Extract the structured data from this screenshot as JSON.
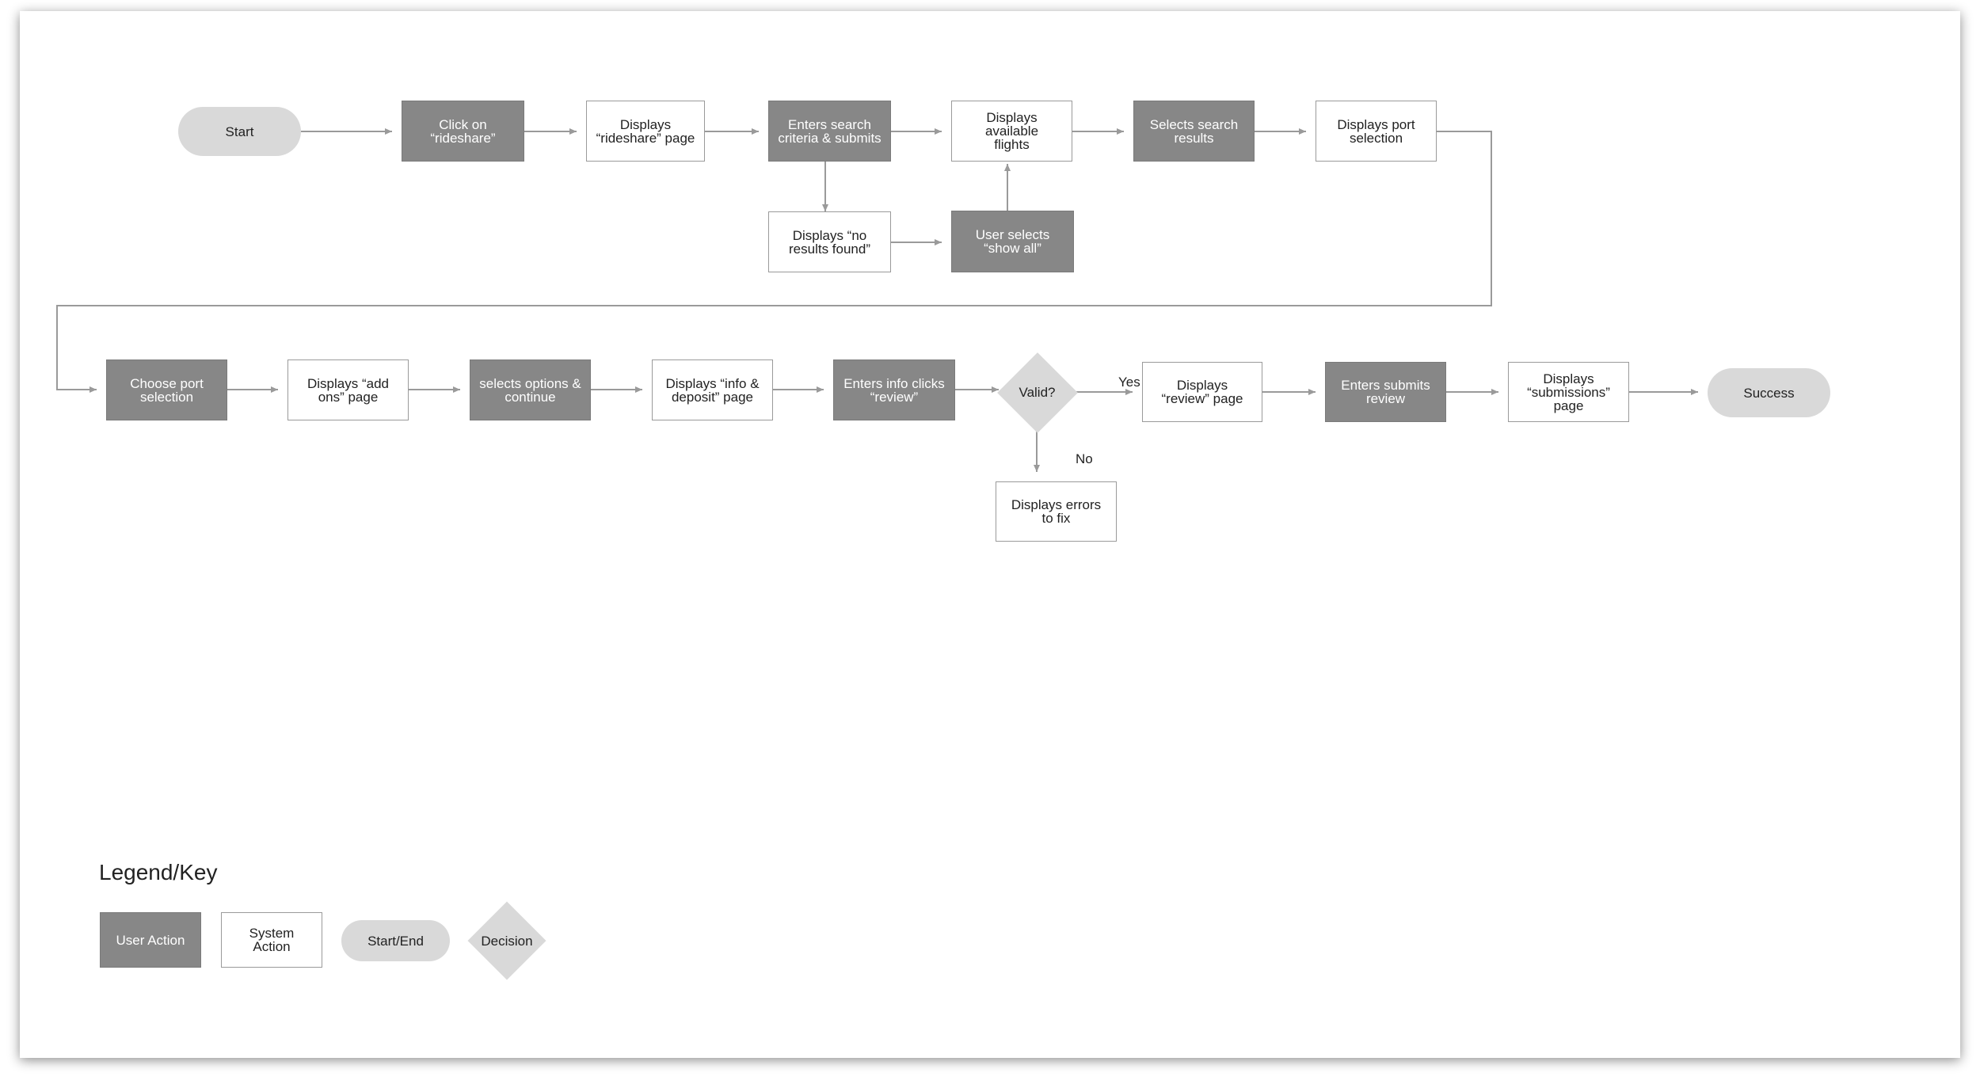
{
  "nodes": {
    "start": "Start",
    "click_rideshare": "Click on\n“rideshare”",
    "displays_rideshare": "Displays\n“rideshare” page",
    "enters_search": "Enters search\ncriteria & submits",
    "displays_flights": "Displays available\nflights",
    "selects_results": "Selects search\nresults",
    "displays_port": "Displays port\nselection",
    "displays_no_results": "Displays “no\nresults found”",
    "user_show_all": "User selects\n“show all”",
    "choose_port": "Choose port\nselection",
    "displays_addons": "Displays “add\nons” page",
    "selects_options": "selects options &\ncontinue",
    "displays_info": "Displays “info &\ndeposit” page",
    "enters_info": "Enters info clicks\n“review”",
    "valid": "Valid?",
    "displays_review": "Displays\n“review” page",
    "enters_submits": "Enters submits\nreview",
    "displays_submissions": "Displays\n“submissions”\npage",
    "success": "Success",
    "displays_errors": "Displays errors\nto fix"
  },
  "edge_labels": {
    "yes": "Yes",
    "no": "No"
  },
  "legend": {
    "title": "Legend/Key",
    "user_action": "User Action",
    "system_action": "System Action",
    "start_end": "Start/End",
    "decision": "Decision"
  },
  "colors": {
    "user_action": "#878787",
    "system_action_border": "#9a9a9a",
    "terminal": "#d9d9d9",
    "decision": "#d9d9d9",
    "connector": "#9a9a9a"
  }
}
